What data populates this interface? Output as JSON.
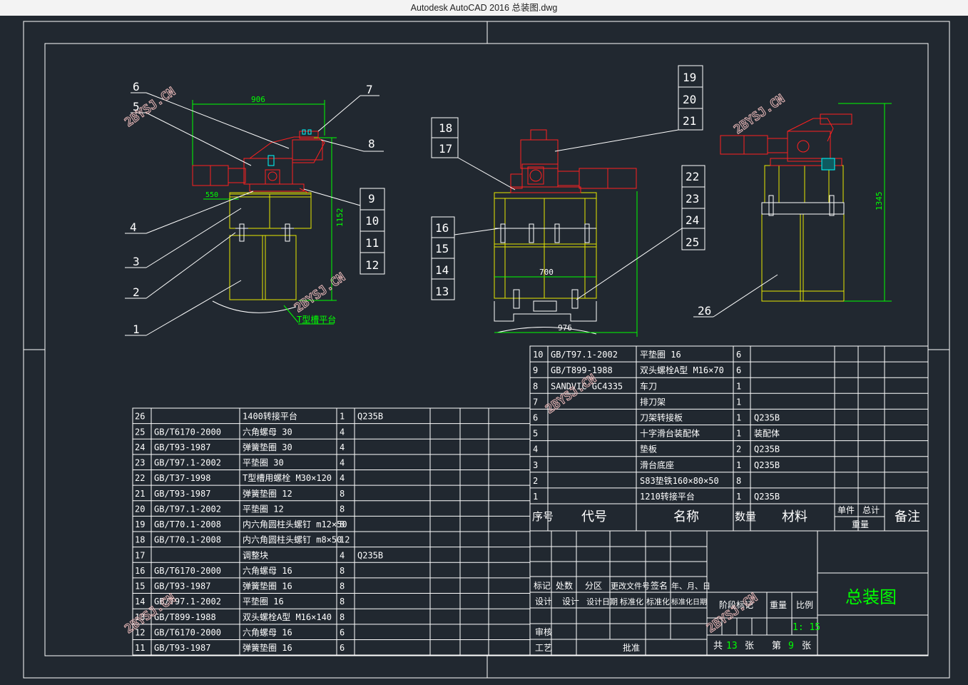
{
  "window": {
    "title": "Autodesk AutoCAD 2016     总装图.dwg"
  },
  "watermark": "2BYSJ.CN",
  "colors": {
    "background": "#212830",
    "line": "#ffffff",
    "red": "#ff2020",
    "yellow": "#e8e800",
    "green": "#00ff00",
    "cyan": "#00ffff",
    "watermark": "#e8b8b8"
  },
  "views": {
    "left": {
      "dims": {
        "width": "906",
        "height": "1152",
        "offset": "550"
      },
      "label": "T型槽平台",
      "callouts_left": [
        "6",
        "5",
        "4",
        "3",
        "2",
        "1"
      ],
      "callouts_right": [
        "7",
        "8",
        "9",
        "10",
        "11",
        "12"
      ]
    },
    "center": {
      "dims": {
        "inner": "700",
        "outer": "976"
      },
      "callouts_left": [
        "18",
        "17",
        "16",
        "15",
        "14",
        "13"
      ],
      "callouts_right": [
        "19",
        "20",
        "21",
        "22",
        "23",
        "24",
        "25"
      ]
    },
    "right": {
      "dims": {
        "height": "1345"
      },
      "callouts": [
        "26"
      ]
    }
  },
  "bom_left": [
    {
      "no": "26",
      "code": "",
      "name": "1400转接平台",
      "qty": "1",
      "mat": "Q235B"
    },
    {
      "no": "25",
      "code": "GB/T6170-2000",
      "name": "六角螺母 30",
      "qty": "4",
      "mat": ""
    },
    {
      "no": "24",
      "code": "GB/T93-1987",
      "name": "弹簧垫圈 30",
      "qty": "4",
      "mat": ""
    },
    {
      "no": "23",
      "code": "GB/T97.1-2002",
      "name": "平垫圈 30",
      "qty": "4",
      "mat": ""
    },
    {
      "no": "22",
      "code": "GB/T37-1998",
      "name": "T型槽用螺栓 M30×120",
      "qty": "4",
      "mat": ""
    },
    {
      "no": "21",
      "code": "GB/T93-1987",
      "name": "弹簧垫圈 12",
      "qty": "8",
      "mat": ""
    },
    {
      "no": "20",
      "code": "GB/T97.1-2002",
      "name": "平垫圈 12",
      "qty": "8",
      "mat": ""
    },
    {
      "no": "19",
      "code": "GB/T70.1-2008",
      "name": "内六角圆柱头螺钉 m12×50",
      "qty": "8",
      "mat": ""
    },
    {
      "no": "18",
      "code": "GB/T70.1-2008",
      "name": "内六角圆柱头螺钉 m8×50",
      "qty": "12",
      "mat": ""
    },
    {
      "no": "17",
      "code": "",
      "name": "调整块",
      "qty": "4",
      "mat": "Q235B"
    },
    {
      "no": "16",
      "code": "GB/T6170-2000",
      "name": "六角螺母 16",
      "qty": "8",
      "mat": ""
    },
    {
      "no": "15",
      "code": "GB/T93-1987",
      "name": "弹簧垫圈 16",
      "qty": "8",
      "mat": ""
    },
    {
      "no": "14",
      "code": "GB/T97.1-2002",
      "name": "平垫圈 16",
      "qty": "8",
      "mat": ""
    },
    {
      "no": "13",
      "code": "GB/T899-1988",
      "name": "双头螺栓A型 M16×140",
      "qty": "8",
      "mat": ""
    },
    {
      "no": "12",
      "code": "GB/T6170-2000",
      "name": "六角螺母 16",
      "qty": "6",
      "mat": ""
    },
    {
      "no": "11",
      "code": "GB/T93-1987",
      "name": "弹簧垫圈 16",
      "qty": "6",
      "mat": ""
    }
  ],
  "bom_right": [
    {
      "no": "10",
      "code": "GB/T97.1-2002",
      "name": "平垫圈 16",
      "qty": "6",
      "mat": ""
    },
    {
      "no": "9",
      "code": "GB/T899-1988",
      "name": "双头螺栓A型 M16×70",
      "qty": "6",
      "mat": ""
    },
    {
      "no": "8",
      "code": "SANDVIC GC4335",
      "name": "车刀",
      "qty": "1",
      "mat": ""
    },
    {
      "no": "7",
      "code": "",
      "name": "排刀架",
      "qty": "1",
      "mat": ""
    },
    {
      "no": "6",
      "code": "",
      "name": "刀架转接板",
      "qty": "1",
      "mat": "Q235B"
    },
    {
      "no": "5",
      "code": "",
      "name": "十字滑台装配体",
      "qty": "1",
      "mat": "装配体"
    },
    {
      "no": "4",
      "code": "",
      "name": "垫板",
      "qty": "2",
      "mat": "Q235B"
    },
    {
      "no": "3",
      "code": "",
      "name": "滑台底座",
      "qty": "1",
      "mat": "Q235B"
    },
    {
      "no": "2",
      "code": "",
      "name": "S83垫铁160×80×50",
      "qty": "8",
      "mat": ""
    },
    {
      "no": "1",
      "code": "",
      "name": "1210转接平台",
      "qty": "1",
      "mat": "Q235B"
    }
  ],
  "bom_header": {
    "no": "序号",
    "code": "代号",
    "name": "名称",
    "qty": "数量",
    "mat": "材料",
    "unit": "单件",
    "total": "总计",
    "weight": "重量",
    "note": "备注"
  },
  "title_block": {
    "drawing_title": "总装图",
    "row1": [
      "标记",
      "处数",
      "分区",
      "更改文件号",
      "签名",
      "年、月、日"
    ],
    "row2": [
      "设计",
      "设计",
      "设计日期",
      "标准化",
      "标准化",
      "标准化日期"
    ],
    "review": "审核",
    "process": "工艺",
    "approve": "批准",
    "stage_mark": "阶段标记",
    "weight": "重量",
    "scale_label": "比例",
    "scale_value": "1: 15",
    "total_label": "共",
    "total_sheets": "13",
    "sheet_unit": "张",
    "page_label": "第",
    "page_no": "9",
    "page_unit": "张"
  }
}
